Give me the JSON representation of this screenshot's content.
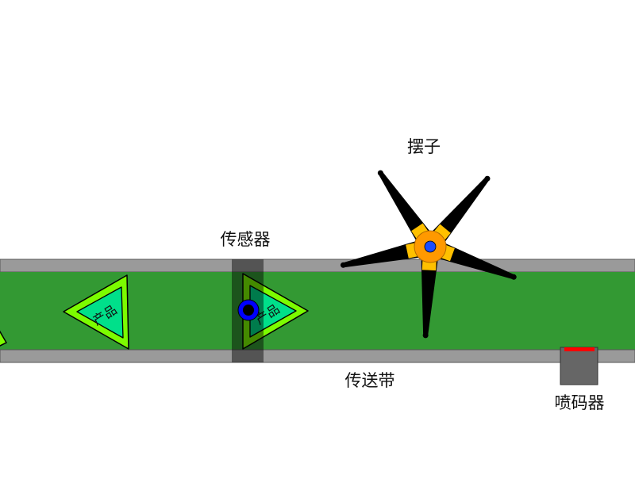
{
  "labels": {
    "sensor": "传感器",
    "pendulum": "摆子",
    "conveyor": "传送带",
    "printer": "喷码器"
  },
  "product": {
    "label": "产品",
    "count_visible": 3
  },
  "colors": {
    "conveyor_rail": "#9a9a9a",
    "conveyor_belt": "#339933",
    "sensor_beam": "#000000",
    "product_outer": "#7cfc00",
    "product_inner": "#00e08a",
    "pendulum_arm": "#000000",
    "pendulum_base": "#ffc000",
    "pendulum_hub": "#ff9900",
    "pendulum_center": "#1a4cff",
    "sensor_dot": "#0000ff",
    "printer_body": "#666666",
    "printer_nozzle": "#ff0000"
  },
  "icons": {
    "pendulum": "star-shaped-paddle-wheel",
    "sensor": "sensor-beam",
    "printer": "inkjet-printer-box"
  }
}
